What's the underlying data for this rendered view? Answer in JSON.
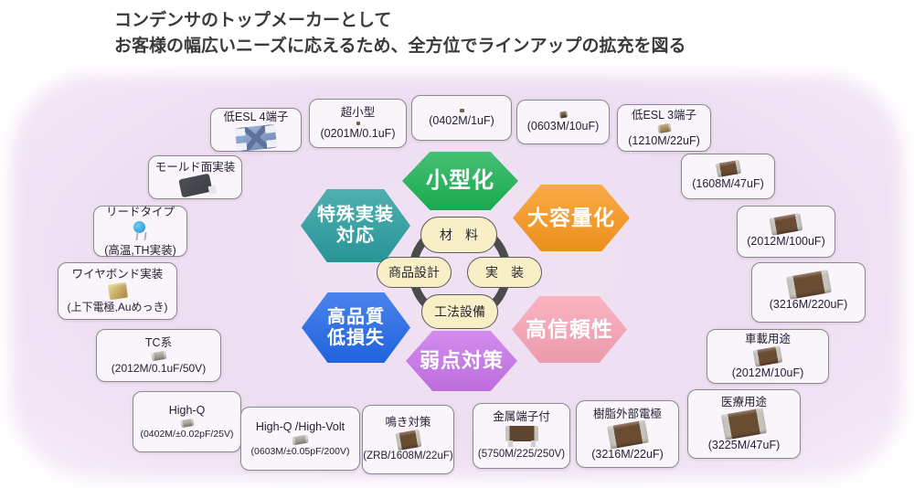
{
  "title": {
    "line1": "コンデンサのトップメーカーとして",
    "line2": "お客様の幅広いニーズに応えるため、全方位でラインアップの拡充を図る"
  },
  "hexagons": {
    "miniaturization": {
      "label": "小型化",
      "color": "#1cb254"
    },
    "large_capacity": {
      "label": "大容量化",
      "color": "#f8971d"
    },
    "special_mounting": {
      "line1": "特殊実装",
      "line2": "対応",
      "color": "#2a9d9e"
    },
    "high_quality_low_loss": {
      "line1": "高品質",
      "line2": "低損失",
      "color": "#2268e8"
    },
    "weakness_countermeasure": {
      "label": "弱点対策",
      "color": "#c873e9"
    },
    "high_reliability": {
      "label": "高信頼性",
      "color": "#f8a3b4"
    }
  },
  "core": {
    "material": "材　料",
    "product_design": "商品設計",
    "mounting": "実　装",
    "process_equipment": "工法設備",
    "ring_color": "#4b4b4b"
  },
  "boxes": {
    "esl4": {
      "label": "低ESL 4端子",
      "icon": "blue-4terminal-chip"
    },
    "ultra_small": {
      "label": "超小型",
      "caption": "(0201M/0.1uF)",
      "icon": "chip-dot"
    },
    "b0402": {
      "caption": "(0402M/1uF)",
      "icon": "chip-dot"
    },
    "b0603": {
      "caption": "(0603M/10uF)",
      "icon": "chip-tiny-brown"
    },
    "esl3": {
      "label": "低ESL 3端子",
      "caption": "(1210M/22uF)",
      "icon": "chip-small-gold"
    },
    "b1608": {
      "caption": "(1608M/47uF)",
      "icon": "chip-brown"
    },
    "b2012": {
      "caption": "(2012M/100uF)",
      "icon": "chip-brown"
    },
    "b3216": {
      "caption": "(3216M/220uF)",
      "icon": "chip-brown-large"
    },
    "vehicle": {
      "label": "車載用途",
      "caption": "(2012M/10uF)",
      "icon": "chip-brown"
    },
    "medical": {
      "label": "医療用途",
      "caption": "(3225M/47uF)",
      "icon": "chip-brown-large"
    },
    "mold": {
      "label": "モールド面実装",
      "icon": "molded-smd"
    },
    "lead": {
      "label": "リードタイプ",
      "caption": "(高温,TH実装)",
      "icon": "lead-type-capacitor"
    },
    "wirebond": {
      "label": "ワイヤボンド実装",
      "caption": "(上下電極,Auめっき)",
      "icon": "gold-cube-chip"
    },
    "tc": {
      "label": "TC系",
      "caption": "(2012M/0.1uF/50V)",
      "icon": "chip-gray"
    },
    "highq": {
      "label": "High-Q",
      "caption": "(0402M/±0.02pF/25V)",
      "icon": "chip-gray"
    },
    "highq_hv": {
      "label": "High-Q /High-Volt",
      "caption": "(0603M/±0.05pF/200V)",
      "icon": "chip-gray"
    },
    "naki": {
      "label": "鳴き対策",
      "caption": "(ZRB/1608M/22uF)",
      "icon": "chip-brown"
    },
    "metal": {
      "label": "金属端子付",
      "caption": "(5750M/225/250V)",
      "icon": "chip-metal-terminal"
    },
    "resin": {
      "label": "樹脂外部電極",
      "caption": "(3216M/22uF)",
      "icon": "chip-brown-large"
    }
  }
}
